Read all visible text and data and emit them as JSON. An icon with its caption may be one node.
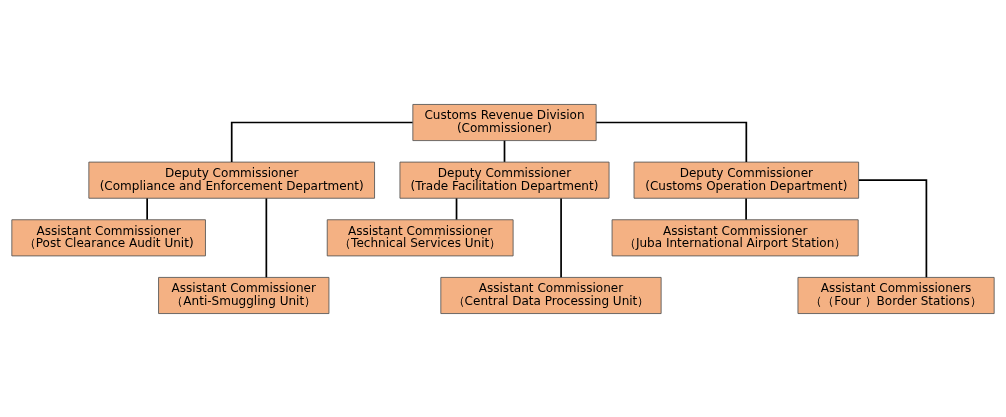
{
  "diagram": {
    "nodes": [
      {
        "text": [
          "Customs Revenue Division",
          "(Commissioner)"
        ]
      },
      {
        "text": [
          "Deputy Commissioner",
          "(Compliance and Enforcement Department)"
        ]
      },
      {
        "text": [
          "Deputy Commissioner",
          "(Trade Facilitation Department)"
        ]
      },
      {
        "text": [
          "Deputy Commissioner",
          "(Customs Operation Department)"
        ]
      },
      {
        "text": [
          "Assistant Commissioner",
          "（Post Clearance Audit Unit)"
        ]
      },
      {
        "text": [
          "Assistant Commissioner",
          "（Anti-Smuggling Unit）"
        ]
      },
      {
        "text": [
          "Assistant Commissioner",
          "（Technical Services Unit）"
        ]
      },
      {
        "text": [
          "Assistant Commissioner",
          "（Central Data Processing Unit）"
        ]
      },
      {
        "text": [
          "Assistant Commissioner",
          "（Juba International Airport Station）"
        ]
      },
      {
        "text": [
          "Assistant Commissioners",
          "（（Four ）Border Stations）"
        ]
      }
    ],
    "edges": [
      {
        "from": 0,
        "to": 1,
        "arrow": "none"
      },
      {
        "from": 0,
        "to": 2,
        "arrow": "none"
      },
      {
        "from": 0,
        "to": 3,
        "arrow": "none"
      },
      {
        "from": 1,
        "to": 4,
        "arrow": "none"
      },
      {
        "from": 1,
        "to": 5,
        "arrow": "none"
      },
      {
        "from": 2,
        "to": 6,
        "arrow": "none"
      },
      {
        "from": 2,
        "to": 7,
        "arrow": "none"
      },
      {
        "from": 3,
        "to": 8,
        "arrow": "none"
      },
      {
        "from": 3,
        "to": 9,
        "arrow": "none"
      }
    ]
  }
}
